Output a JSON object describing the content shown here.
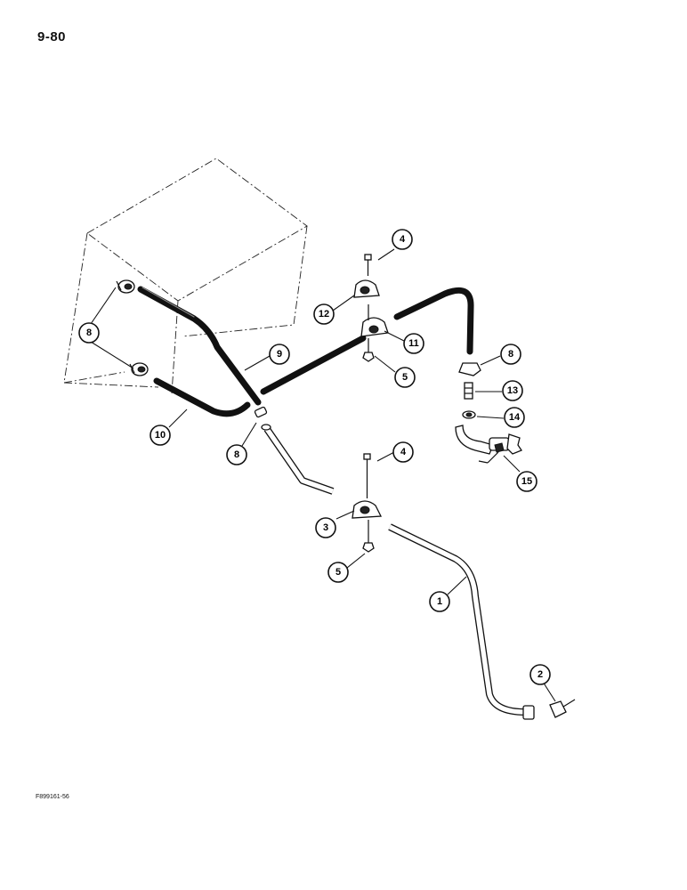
{
  "page_number": "9-80",
  "figure_code": "F899161-56",
  "callouts": [
    {
      "id": "c4a",
      "label": "4"
    },
    {
      "id": "c12",
      "label": "12"
    },
    {
      "id": "c11",
      "label": "11"
    },
    {
      "id": "c5a",
      "label": "5"
    },
    {
      "id": "c8a",
      "label": "8"
    },
    {
      "id": "c9",
      "label": "9"
    },
    {
      "id": "c10",
      "label": "10"
    },
    {
      "id": "c8b",
      "label": "8"
    },
    {
      "id": "c8c",
      "label": "8"
    },
    {
      "id": "c13",
      "label": "13"
    },
    {
      "id": "c14",
      "label": "14"
    },
    {
      "id": "c15",
      "label": "15"
    },
    {
      "id": "c4b",
      "label": "4"
    },
    {
      "id": "c3",
      "label": "3"
    },
    {
      "id": "c5b",
      "label": "5"
    },
    {
      "id": "c1",
      "label": "1"
    },
    {
      "id": "c2",
      "label": "2"
    }
  ]
}
